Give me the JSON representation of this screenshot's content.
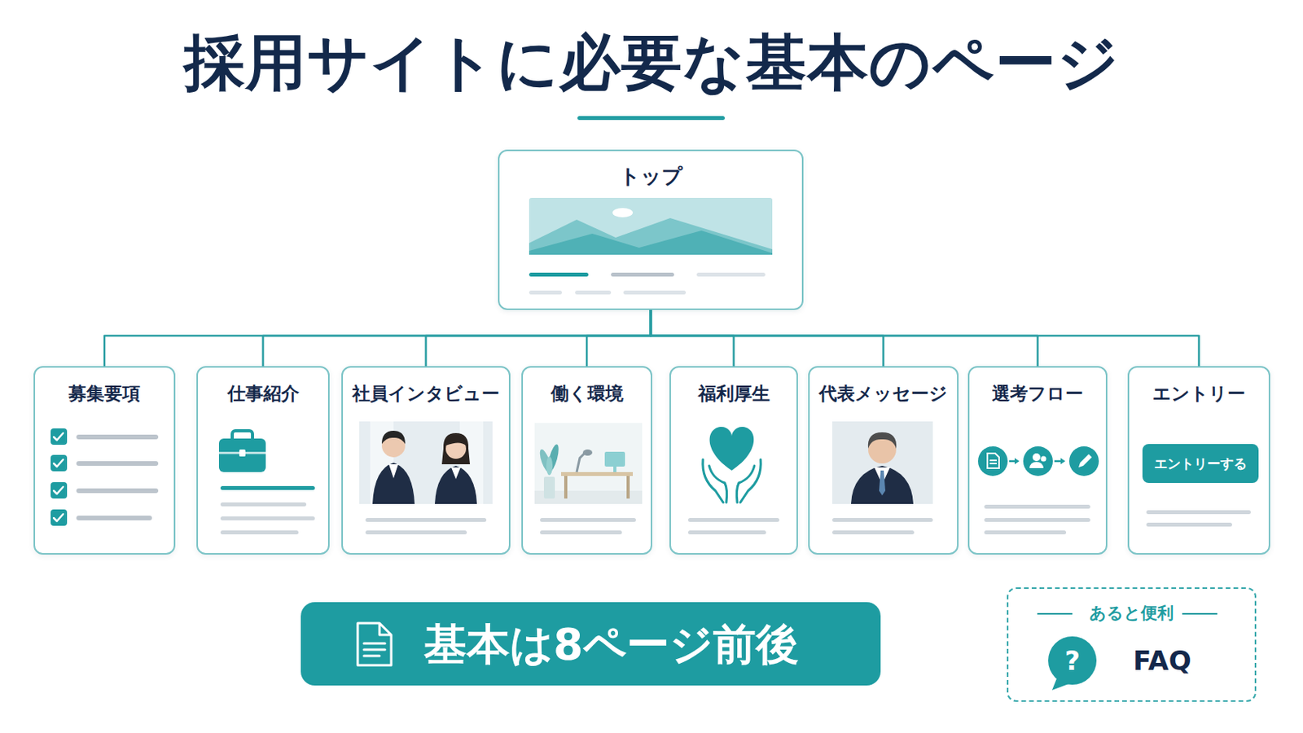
{
  "diagram": {
    "title": "採用サイトに必要な基本のページ",
    "nodes": [
      {
        "text": [
          "トップ"
        ]
      },
      {
        "text": [
          "募集要項"
        ]
      },
      {
        "text": [
          "仕事紹介"
        ]
      },
      {
        "text": [
          "社員インタビュー"
        ]
      },
      {
        "text": [
          "働く環境"
        ]
      },
      {
        "text": [
          "福利厚生"
        ]
      },
      {
        "text": [
          "代表メッセージ"
        ]
      },
      {
        "text": [
          "選考フロー"
        ]
      },
      {
        "text": [
          "エントリー"
        ]
      },
      {
        "text": [
          "エントリーする"
        ],
        "in": 8
      },
      {
        "text": [
          "基本は8ページ前後"
        ]
      },
      {
        "text": [
          "あると便利",
          "FAQ"
        ]
      }
    ],
    "edges": [
      {
        "from": 0,
        "to": 1,
        "arrow": "none"
      },
      {
        "from": 0,
        "to": 2,
        "arrow": "none"
      },
      {
        "from": 0,
        "to": 3,
        "arrow": "none"
      },
      {
        "from": 0,
        "to": 4,
        "arrow": "none"
      },
      {
        "from": 0,
        "to": 5,
        "arrow": "none"
      },
      {
        "from": 0,
        "to": 6,
        "arrow": "none"
      },
      {
        "from": 0,
        "to": 7,
        "arrow": "none"
      },
      {
        "from": 0,
        "to": 8,
        "arrow": "none"
      }
    ],
    "labels": [
      "?"
    ]
  }
}
